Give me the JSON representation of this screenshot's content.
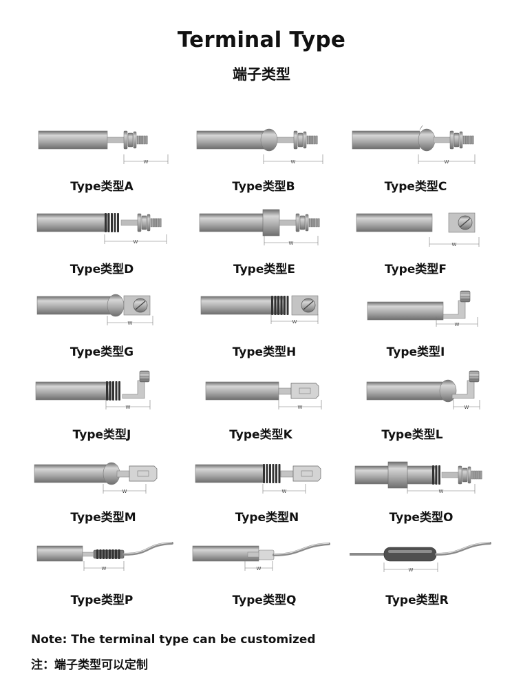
{
  "title": "Terminal Type",
  "subtitle": "端子类型",
  "dimension_label": "W",
  "types": [
    {
      "label": "Type类型A",
      "variant": "A"
    },
    {
      "label": "Type类型B",
      "variant": "B"
    },
    {
      "label": "Type类型C",
      "variant": "C"
    },
    {
      "label": "Type类型D",
      "variant": "D"
    },
    {
      "label": "Type类型E",
      "variant": "E"
    },
    {
      "label": "Type类型F",
      "variant": "F"
    },
    {
      "label": "Type类型G",
      "variant": "G"
    },
    {
      "label": "Type类型H",
      "variant": "H"
    },
    {
      "label": "Type类型I",
      "variant": "I"
    },
    {
      "label": "Type类型J",
      "variant": "J"
    },
    {
      "label": "Type类型K",
      "variant": "K"
    },
    {
      "label": "Type类型L",
      "variant": "L"
    },
    {
      "label": "Type类型M",
      "variant": "M"
    },
    {
      "label": "Type类型N",
      "variant": "N"
    },
    {
      "label": "Type类型O",
      "variant": "O"
    },
    {
      "label": "Type类型P",
      "variant": "P"
    },
    {
      "label": "Type类型Q",
      "variant": "Q"
    },
    {
      "label": "Type类型R",
      "variant": "R"
    }
  ],
  "note": {
    "english": "Note: The terminal type can be customized",
    "chinese": "注：端子类型可以定制"
  },
  "colors": {
    "tube_light": "#d6d6d6",
    "tube_mid": "#a9a9a9",
    "tube_dark": "#6e6e6e",
    "coil": "#333333",
    "text": "#111111"
  }
}
